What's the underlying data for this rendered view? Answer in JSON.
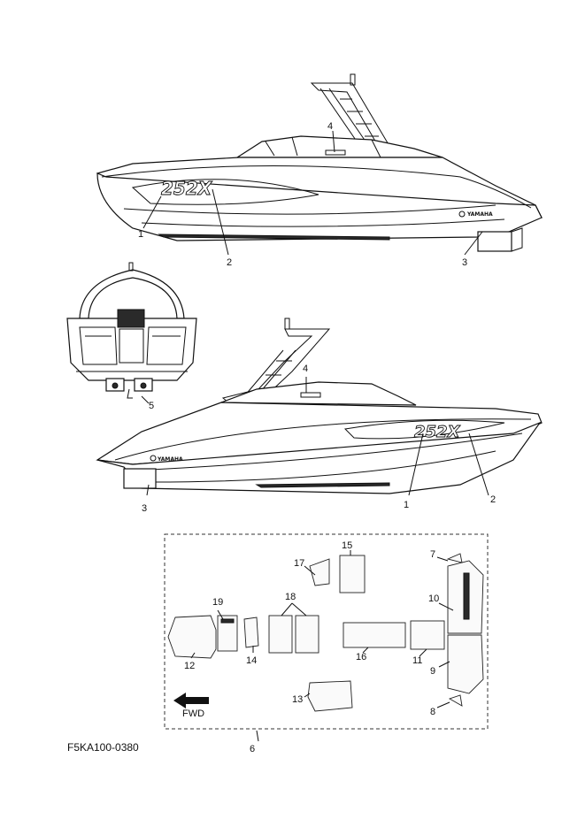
{
  "diagram": {
    "part_code": "F5KA100-0380",
    "fwd_label": "FWD",
    "callouts": {
      "c1": "1",
      "c2": "2",
      "c3": "3",
      "c4": "4",
      "c5": "5",
      "c6": "6",
      "c7": "7",
      "c8": "8",
      "c9": "9",
      "c10": "10",
      "c11": "11",
      "c12": "12",
      "c13": "13",
      "c14": "14",
      "c15": "15",
      "c16": "16",
      "c17": "17",
      "c18": "18",
      "c19": "19"
    },
    "hull_graphic_text": "252X",
    "brand_text": "YAMAHA"
  }
}
